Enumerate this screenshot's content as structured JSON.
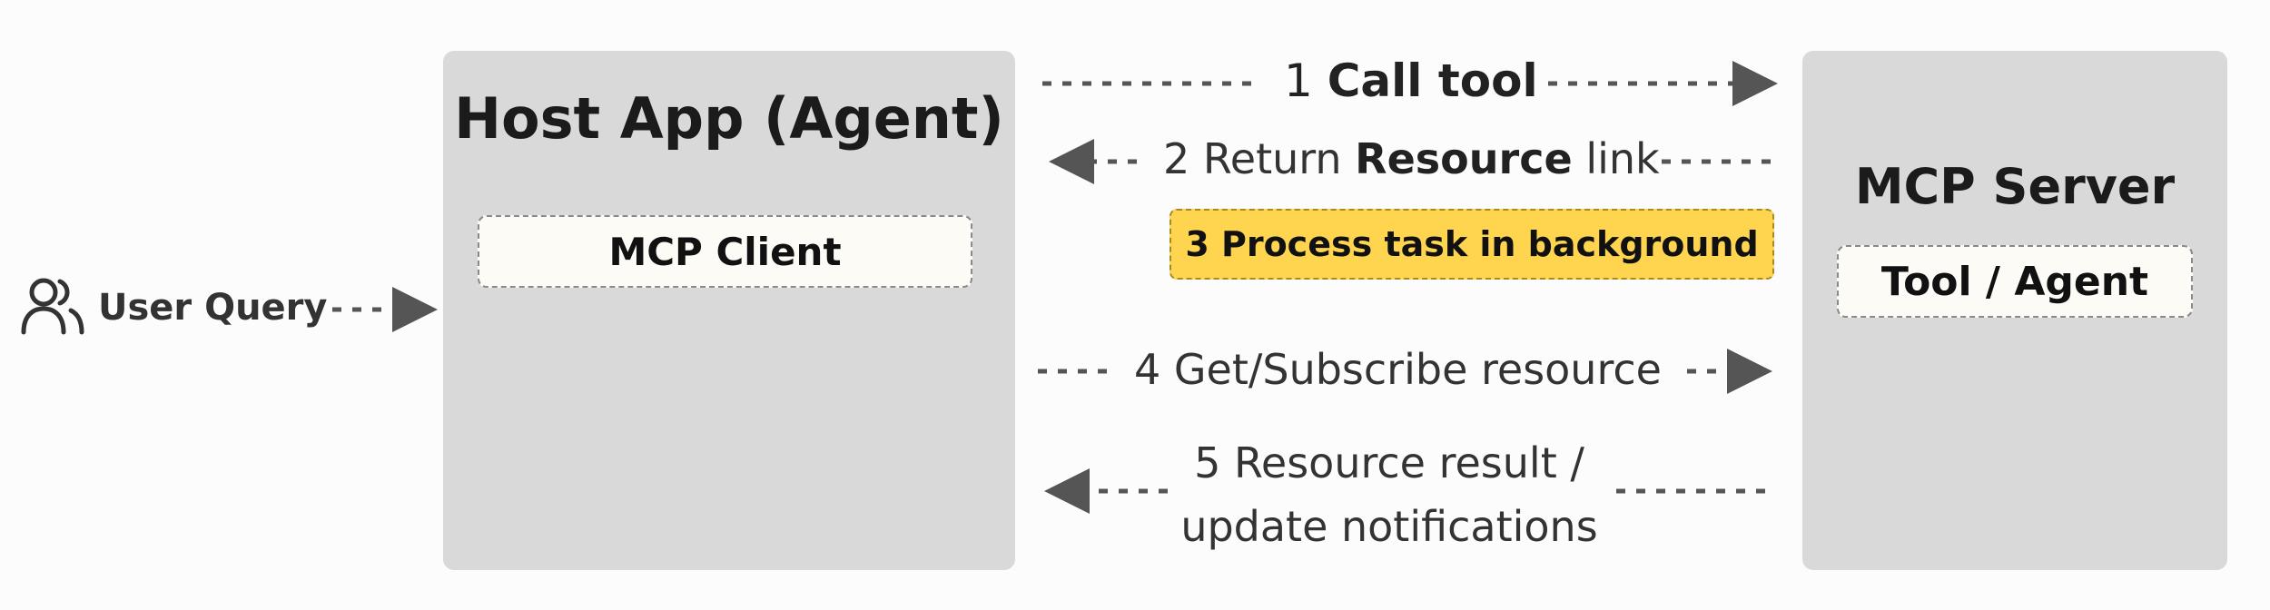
{
  "user": {
    "label": "User Query",
    "icon": "users-icon"
  },
  "host": {
    "title": "Host App (Agent)",
    "client_label": "MCP Client"
  },
  "server": {
    "title": "MCP Server",
    "tool_label": "Tool / Agent"
  },
  "steps": {
    "s1_num": "1",
    "s1_text": "Call tool",
    "s2_pre": "2 Return",
    "s2_bold": "Resource",
    "s2_post": "link",
    "s3": "3 Process task in background",
    "s4": "4  Get/Subscribe resource",
    "s5": "5 Resource result / update notifications"
  },
  "colors": {
    "panel": "#d9d9d9",
    "chip": "#fdfbf6",
    "highlight": "#ffd54f",
    "arrow": "#555555"
  }
}
